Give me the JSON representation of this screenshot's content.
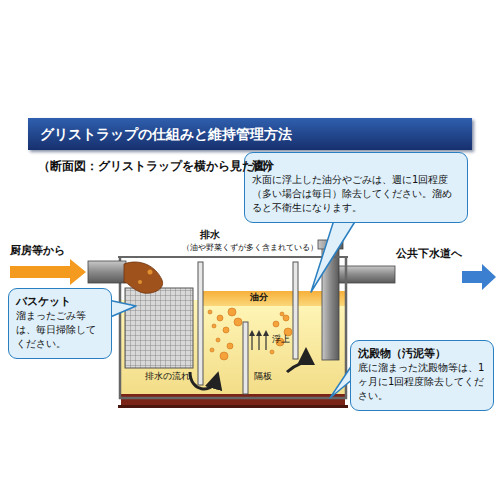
{
  "diagram": {
    "title": "グリストラップの仕組みと維持管理方法",
    "nodes": [
      {
        "text": [
          "油分",
          "水面に浮上した油分やごみは、週に1回程度（多い場合は毎日）除去してください。溜めると不衛生になります。"
        ]
      },
      {
        "text": [
          "バスケット",
          "溜まったごみ等は、毎日掃除してください。"
        ]
      },
      {
        "text": [
          "沈殿物（汚泥等）",
          "底に溜まった沈殿物等は、1ヶ月に1回程度除去してください。"
        ]
      }
    ],
    "labels": [
      "（断面図：グリストラップを横から見た図）",
      "厨房等から",
      "公共下水道へ",
      "排水",
      "（油や野菜くずが多く含まれている）",
      "油分",
      "浮上",
      "排水の流れ",
      "隔板"
    ]
  }
}
